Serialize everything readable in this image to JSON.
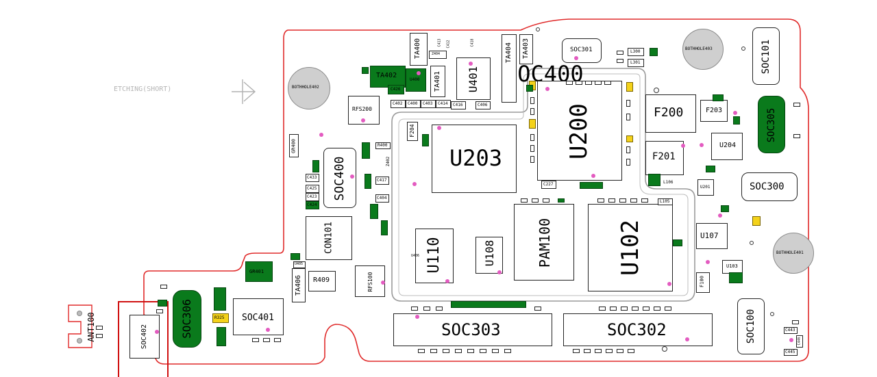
{
  "colors": {
    "outline": "#e02a2a",
    "highlight": "#d01010",
    "green_part": "#0a7a1c",
    "yellow_part": "#f4d21a",
    "test_point": "#e35bc0",
    "hole": "#cfcfcf"
  },
  "labels": {
    "etching": "ETCHING(SHORT)",
    "soc400_top": "SOC400",
    "soc400_left": "SOC400",
    "u203": "U203",
    "u200": "U200",
    "u102": "U102",
    "pam100": "PAM100",
    "u110": "U110",
    "u108": "U108",
    "soc303": "SOC303",
    "soc302": "SOC302",
    "soc306": "SOC306",
    "soc401": "SOC401",
    "soc402": "SOC402",
    "soc305": "SOC305",
    "soc300": "SOC300",
    "soc301": "SOC301",
    "soc101": "SOC101",
    "soc100": "SOC100",
    "f200": "F200",
    "f201": "F201",
    "f203": "F203",
    "u204": "U204",
    "u201": "U201",
    "u107": "U107",
    "u103": "U103",
    "u401": "U401",
    "ta402": "TA402",
    "ta400": "TA400",
    "ta401": "TA401",
    "ta404": "TA404",
    "ta403": "TA403",
    "ta406": "TA406",
    "rfs200": "RFS200",
    "rfs100": "RFS100",
    "con101": "CON101",
    "r409": "R409",
    "r325": "R325",
    "gr400": "GR400",
    "gr401": "GR401",
    "ant100": "ANT100",
    "f204": "F204",
    "f100": "F100",
    "bothhole402": "BOTHHOLE402",
    "bothhole403": "BOTHHOLE403",
    "bothhole401": "BOTHHOLE401",
    "l300": "L300",
    "l301": "L301",
    "c417": "C417",
    "c404": "C404",
    "c433": "C433",
    "c425": "C425",
    "c423": "C423",
    "c424": "C424",
    "c426": "C426",
    "c400": "C400",
    "c402": "C402",
    "c403": "C403",
    "c414": "C414",
    "c416": "C416",
    "c406": "C406",
    "c227": "C227",
    "c443": "C443",
    "c445": "C445",
    "c446": "C446",
    "r400": "R400",
    "u400": "U400",
    "u405": "U405",
    "u406": "U406",
    "l105": "L105",
    "l106": "L106",
    "z404": "Z404",
    "z402": "Z402",
    "c412": "C412",
    "c413": "C413",
    "c418": "C418"
  }
}
